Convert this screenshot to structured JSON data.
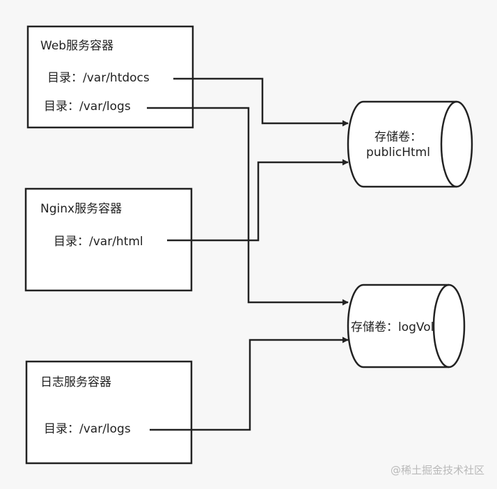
{
  "containers": [
    {
      "id": "web",
      "title": "Web服务容器",
      "dirs": [
        "目录：/var/htdocs",
        "目录：/var/logs"
      ]
    },
    {
      "id": "nginx",
      "title": "Nginx服务容器",
      "dirs": [
        "目录：/var/html"
      ]
    },
    {
      "id": "log",
      "title": "日志服务容器",
      "dirs": [
        "目录：/var/logs"
      ]
    }
  ],
  "volumes": [
    {
      "id": "public",
      "label_line1": "存储卷：",
      "label_line2": "publicHtml"
    },
    {
      "id": "logvol",
      "label": "存储卷：logVol"
    }
  ],
  "watermark": "@稀土掘金技术社区"
}
